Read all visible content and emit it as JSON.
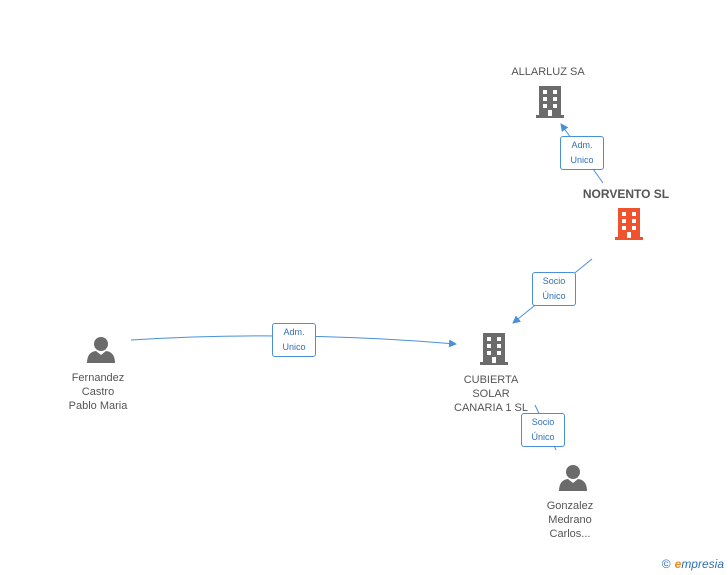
{
  "nodes": {
    "allarluz": "ALLARLUZ SA",
    "norvento": "NORVENTO SL",
    "cubierta_l1": "CUBIERTA",
    "cubierta_l2": "SOLAR",
    "cubierta_l3": "CANARIA 1 SL",
    "fernandez_l1": "Fernandez",
    "fernandez_l2": "Castro",
    "fernandez_l3": "Pablo Maria",
    "gonzalez_l1": "Gonzalez",
    "gonzalez_l2": "Medrano",
    "gonzalez_l3": "Carlos..."
  },
  "edges": {
    "norvento_allarluz_l1": "Adm.",
    "norvento_allarluz_l2": "Unico",
    "norvento_cubierta_l1": "Socio",
    "norvento_cubierta_l2": "Único",
    "fernandez_cubierta_l1": "Adm.",
    "fernandez_cubierta_l2": "Unico",
    "gonzalez_cubierta_l1": "Socio",
    "gonzalez_cubierta_l2": "Único"
  },
  "brand": {
    "copyright": "©",
    "e": "e",
    "name": "mpresia"
  },
  "colors": {
    "building": "#6b6b6b",
    "highlight": "#f0522d",
    "edge": "#4a90d9",
    "person": "#6b6b6b"
  }
}
